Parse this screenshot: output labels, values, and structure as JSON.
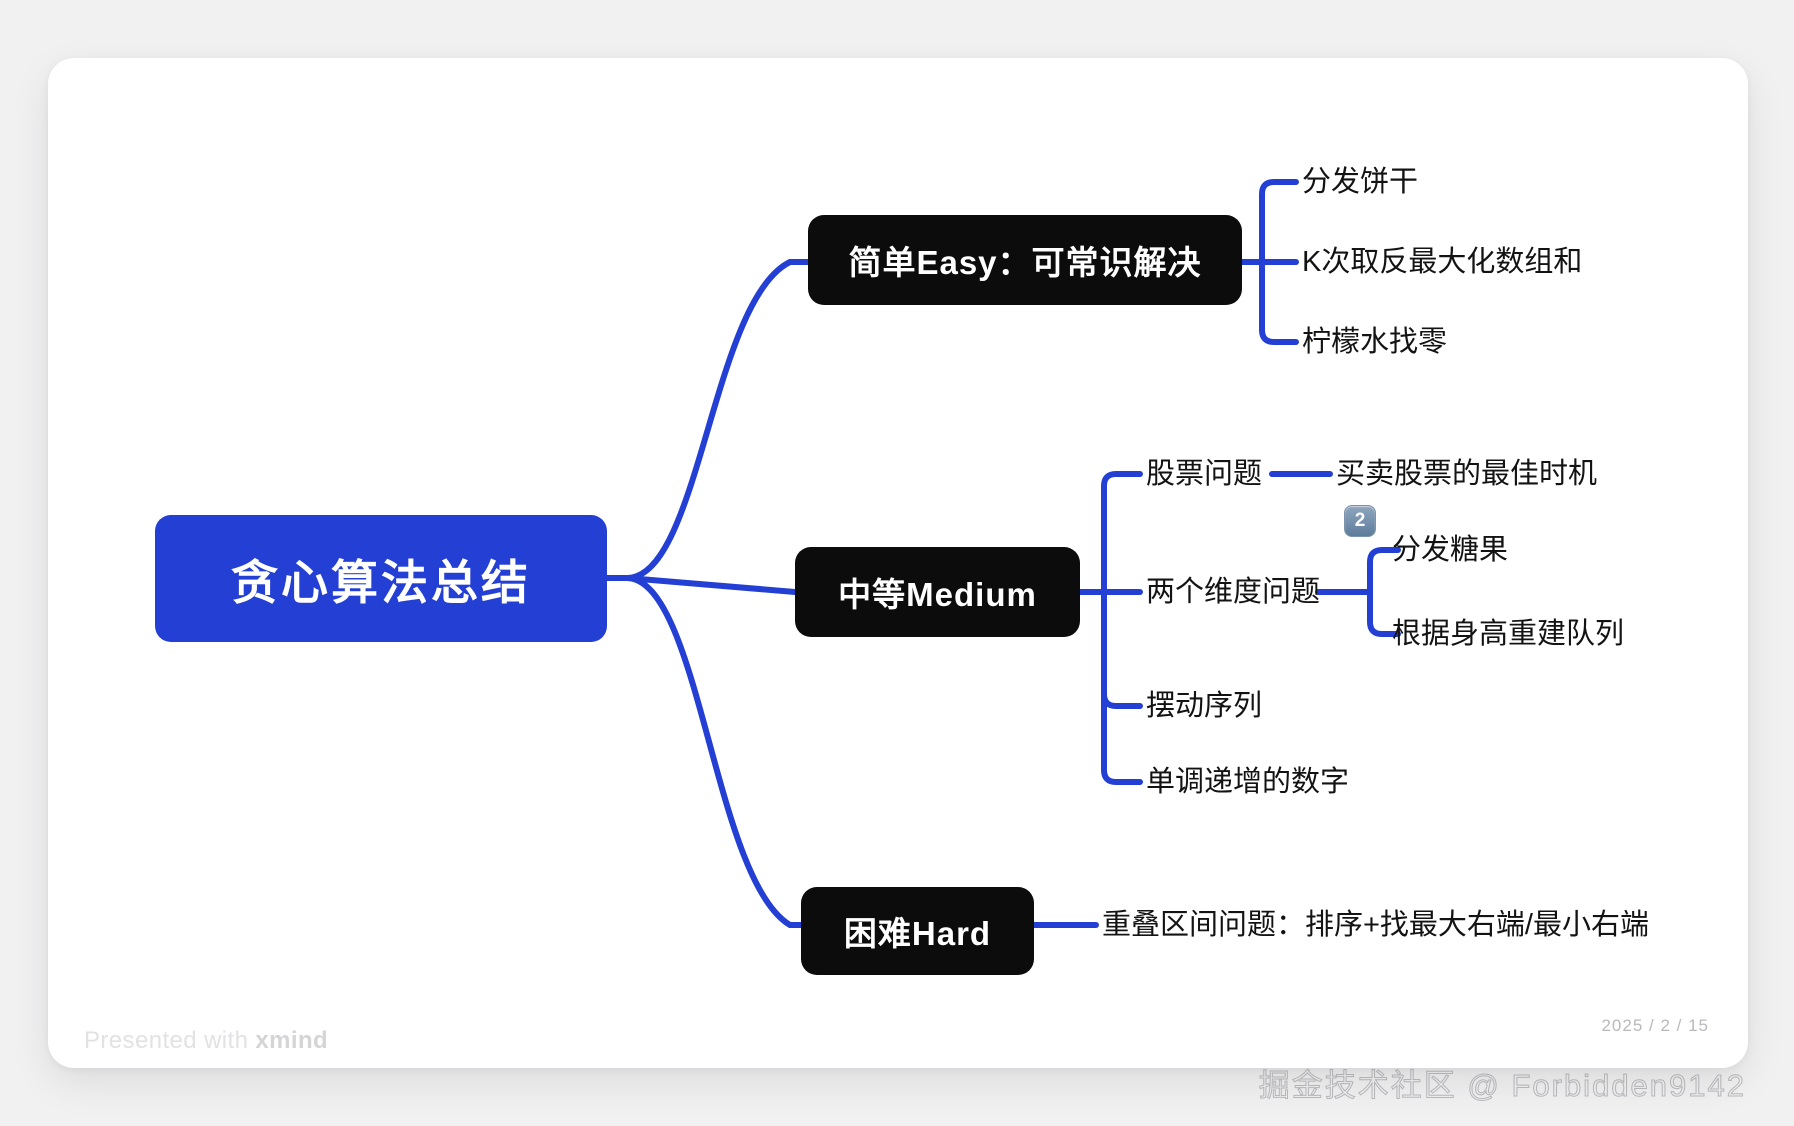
{
  "canvas": {
    "background_color": "#f1f1f2",
    "card_color": "#ffffff"
  },
  "theme": {
    "line_color": "#2440d4",
    "root_fill": "#2440d4",
    "branch_fill": "#0c0c0c",
    "text_color": "#131313"
  },
  "mindmap": {
    "root": {
      "label": "贪心算法总结"
    },
    "branches": [
      {
        "id": "easy",
        "label": "简单Easy：可常识解决",
        "children": [
          {
            "label": "分发饼干"
          },
          {
            "label": "K次取反最大化数组和"
          },
          {
            "label": "柠檬水找零"
          }
        ]
      },
      {
        "id": "medium",
        "label": "中等Medium",
        "children": [
          {
            "label": "股票问题",
            "children": [
              {
                "label": "买卖股票的最佳时机"
              }
            ]
          },
          {
            "label": "两个维度问题",
            "badge": "2",
            "children": [
              {
                "label": "分发糖果"
              },
              {
                "label": "根据身高重建队列"
              }
            ]
          },
          {
            "label": "摆动序列"
          },
          {
            "label": "单调递增的数字"
          }
        ]
      },
      {
        "id": "hard",
        "label": "困难Hard",
        "children": [
          {
            "label": "重叠区间问题：排序+找最大右端/最小右端"
          }
        ]
      }
    ]
  },
  "footer": {
    "xmind_prefix": "Presented with ",
    "xmind_brand": "xmind",
    "date": "2025 / 2 / 15",
    "attribution": "掘金技术社区 @ Forbidden9142"
  }
}
